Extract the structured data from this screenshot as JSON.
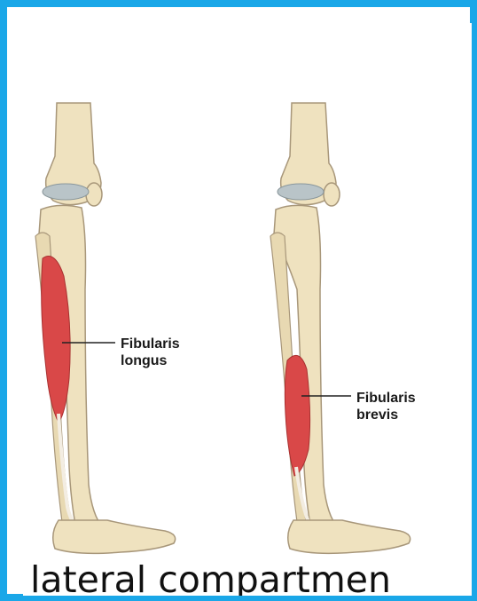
{
  "colors": {
    "frame": "#1aa7e8",
    "bone": "#efe2bf",
    "bone_outline": "#a8977a",
    "muscle": "#d94848",
    "cartilage": "#b9c4c8"
  },
  "labels": {
    "left": [
      "Fibularis",
      "longus"
    ],
    "right": [
      "Fibularis",
      "brevis"
    ]
  },
  "caption": "lateral compartmen"
}
